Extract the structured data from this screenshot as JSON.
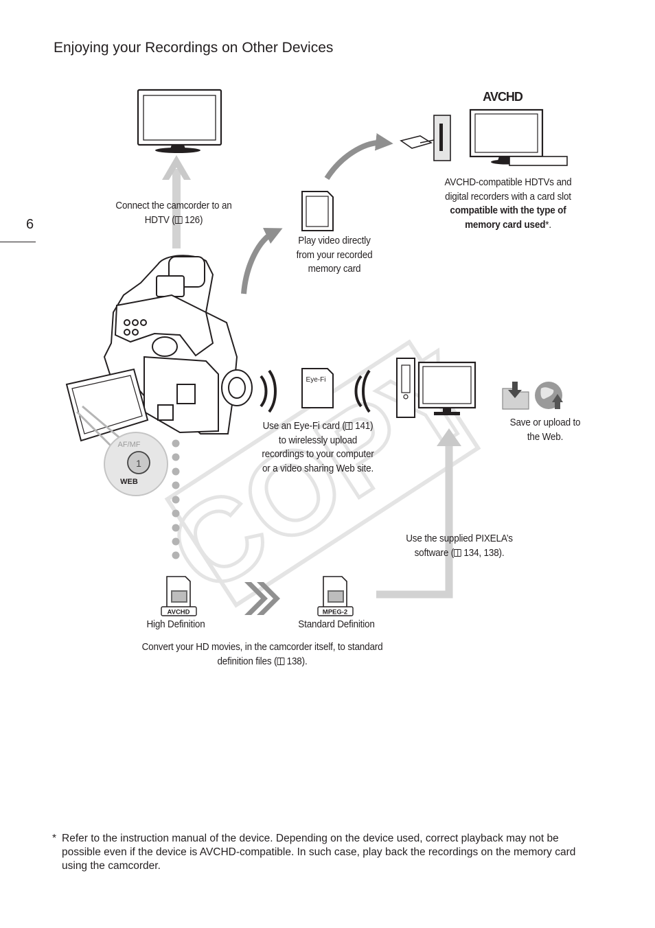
{
  "page": {
    "heading": "Enjoying your Recordings on Other Devices",
    "page_number": "6",
    "watermark": "COPY"
  },
  "diagram": {
    "tv_caption": {
      "line1": "Connect the camcorder to an",
      "line2_pre": "HDTV (",
      "line2_ref": " 126)"
    },
    "avchd_logo": "AVCHD",
    "avchd_caption": {
      "line1": "AVCHD-compatible HDTVs and",
      "line2": "digital recorders with a card slot",
      "line3_bold": "compatible with the type of",
      "line4_bold": "memory card used",
      "line4_tail": "*."
    },
    "card_caption": {
      "line1": "Play video directly",
      "line2": "from your recorded",
      "line3": "memory card"
    },
    "eyefi_card_label": "Eye-Fi",
    "eyefi_caption": {
      "line1_pre": "Use an Eye-Fi card (",
      "line1_ref": " 141)",
      "line2": "to wirelessly upload",
      "line3": "recordings to your computer",
      "line4": "or a video sharing Web site."
    },
    "web_caption": {
      "line1": "Save or upload to",
      "line2": "the Web."
    },
    "button_labels": {
      "top": "AF/MF",
      "middle": "1",
      "bottom": "WEB"
    },
    "pixela_caption": {
      "line1": "Use the supplied PIXELA’s",
      "line2_pre": "software (",
      "line2_ref": " 134, 138)."
    },
    "file_badges": {
      "hd": "AVCHD",
      "sd": "MPEG-2"
    },
    "hd_label": "High Definition",
    "sd_label": "Standard Definition",
    "convert_caption": {
      "line1": "Convert your HD movies, in the camcorder itself, to standard",
      "line2_pre": "definition files (",
      "line2_ref": " 138)."
    }
  },
  "footnote": {
    "marker": "*",
    "text": "Refer to the instruction manual of the device. Depending on the device used, correct playback may not be possible even if the device is AVCHD-compatible. In such case, play back the recordings on the memory card using the camcorder."
  }
}
